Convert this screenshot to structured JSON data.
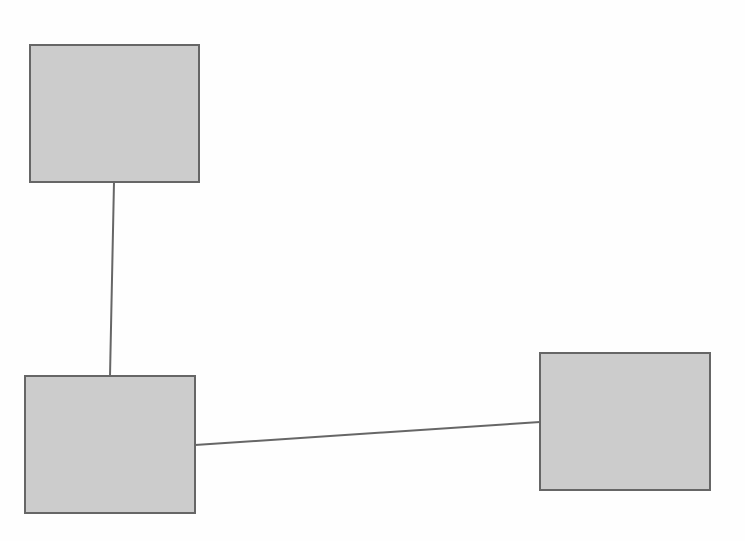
{
  "colors": {
    "background": "#fefefe",
    "node_fill": "#cccccc",
    "node_stroke": "#666666",
    "edge_stroke": "#666666"
  },
  "diagram": {
    "nodes": [
      {
        "id": "node-top-left",
        "label": ""
      },
      {
        "id": "node-bottom-left",
        "label": ""
      },
      {
        "id": "node-right",
        "label": ""
      }
    ],
    "edges": [
      {
        "from": "node-top-left",
        "to": "node-bottom-left"
      },
      {
        "from": "node-bottom-left",
        "to": "node-right"
      }
    ]
  }
}
